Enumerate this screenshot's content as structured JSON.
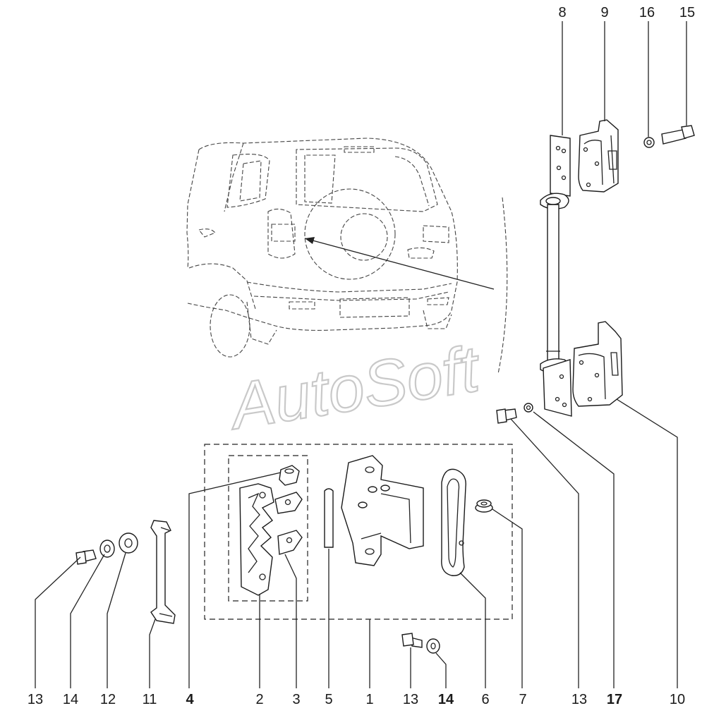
{
  "watermark": "AutoSoft",
  "top_labels": [
    {
      "id": "top-8",
      "text": "8"
    },
    {
      "id": "top-9",
      "text": "9"
    },
    {
      "id": "top-16",
      "text": "16"
    },
    {
      "id": "top-15",
      "text": "15"
    }
  ],
  "bottom_labels": [
    {
      "text": "13",
      "bold": false
    },
    {
      "text": "14",
      "bold": false
    },
    {
      "text": "12",
      "bold": false
    },
    {
      "text": "11",
      "bold": false
    },
    {
      "text": "4",
      "bold": true
    },
    {
      "text": "2",
      "bold": false
    },
    {
      "text": "3",
      "bold": false
    },
    {
      "text": "5",
      "bold": false
    },
    {
      "text": "1",
      "bold": false
    },
    {
      "text": "13",
      "bold": false
    },
    {
      "text": "14",
      "bold": true
    },
    {
      "text": "6",
      "bold": false
    },
    {
      "text": "7",
      "bold": false
    },
    {
      "text": "13",
      "bold": false
    },
    {
      "text": "17",
      "bold": true
    },
    {
      "text": "10",
      "bold": false
    }
  ]
}
